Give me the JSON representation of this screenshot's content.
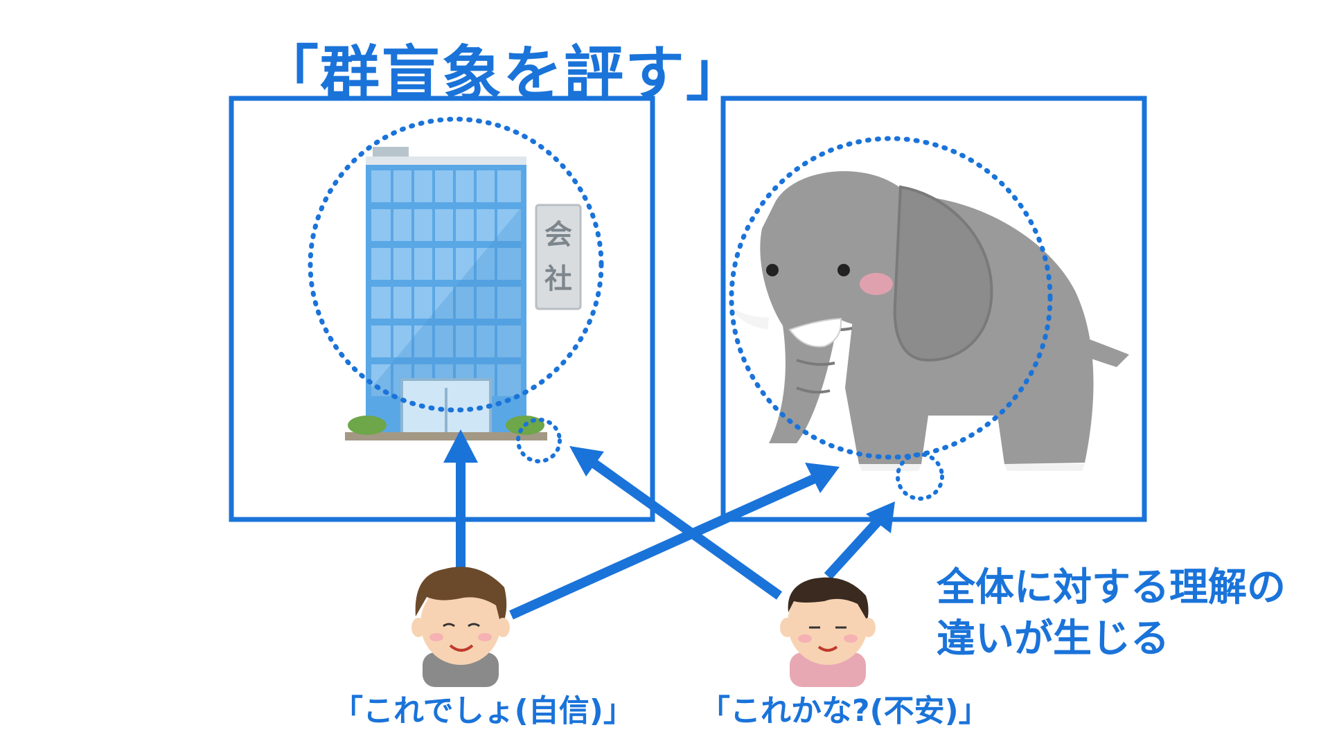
{
  "title": "「群盲象を評す」",
  "building_sign": [
    "会",
    "社"
  ],
  "note_lines": [
    "全体に対する理解の",
    "違いが生じる"
  ],
  "person_left": {
    "quote": "「これでしょ(自信)」"
  },
  "person_right": {
    "quote": "「これかな?(不安)」"
  },
  "colors": {
    "accent": "#1a73d9",
    "elephant": "#9a9a9a",
    "building": "#5aa7e6"
  }
}
